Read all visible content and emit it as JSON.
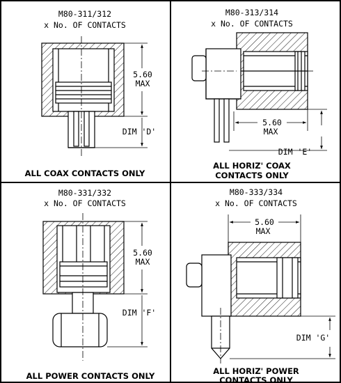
{
  "panels": [
    {
      "id": "coax",
      "part": "M80-311/312",
      "qty": "x No. OF CONTACTS",
      "dim_value": "5.60",
      "dim_unit": "MAX",
      "dim_ref": "DIM 'D'",
      "caption": [
        "ALL COAX CONTACTS ONLY"
      ]
    },
    {
      "id": "horiz-coax",
      "part": "M80-313/314",
      "qty": "x No. OF CONTACTS",
      "dim_value": "5.60",
      "dim_unit": "MAX",
      "dim_ref": "DIM 'E'",
      "caption": [
        "ALL HORIZ' COAX",
        "CONTACTS ONLY"
      ]
    },
    {
      "id": "power",
      "part": "M80-331/332",
      "qty": "x No. OF CONTACTS",
      "dim_value": "5.60",
      "dim_unit": "MAX",
      "dim_ref": "DIM 'F'",
      "caption": [
        "ALL POWER CONTACTS ONLY"
      ]
    },
    {
      "id": "horiz-power",
      "part": "M80-333/334",
      "qty": "x No. OF CONTACTS",
      "dim_value": "5.60",
      "dim_unit": "MAX",
      "dim_ref": "DIM 'G'",
      "caption": [
        "ALL HORIZ' POWER",
        "CONTACTS ONLY"
      ]
    }
  ]
}
